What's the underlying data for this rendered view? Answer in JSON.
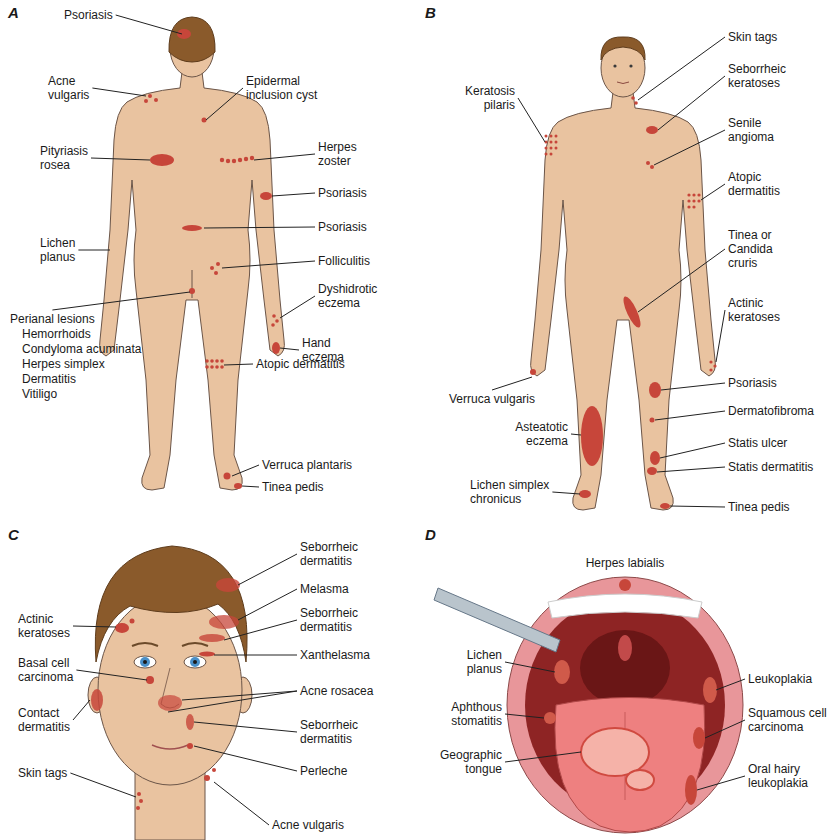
{
  "diagram": {
    "labels": [
      "A",
      "Psoriasis",
      "Acne vulgaris",
      "Epidermal inclusion cyst",
      "Pityriasis rosea",
      "Herpes zoster",
      "Psoriasis",
      "Psoriasis",
      "Lichen planus",
      "Folliculitis",
      "Dyshidrotic eczema",
      "Hand eczema",
      "Perianal lesions",
      "Hemorrhoids",
      "Condyloma acuminata",
      "Herpes simplex",
      "Dermatitis",
      "Vitiligo",
      "Atopic dermatitis",
      "Verruca plantaris",
      "Tinea pedis",
      "B",
      "Skin tags",
      "Seborrheic keratoses",
      "Keratosis pilaris",
      "Senile angioma",
      "Atopic dermatitis",
      "Tinea or Candida cruris",
      "Actinic keratoses",
      "Verruca vulgaris",
      "Psoriasis",
      "Dermatofibroma",
      "Asteatotic eczema",
      "Statis ulcer",
      "Statis dermatitis",
      "Lichen simplex chronicus",
      "Tinea pedis",
      "C",
      "Seborrheic dermatitis",
      "Melasma",
      "Seborrheic dermatitis",
      "Actinic keratoses",
      "Xanthelasma",
      "Basal cell carcinoma",
      "Acne rosacea",
      "Contact dermatitis",
      "Seborrheic dermatitis",
      "Perleche",
      "Skin tags",
      "Acne vulgaris",
      "D",
      "Herpes labialis",
      "Lichen planus",
      "Leukoplakia",
      "Aphthous stomatitis",
      "Squamous cell carcinoma",
      "Oral hairy leukoplakia",
      "Geographic tongue"
    ]
  }
}
